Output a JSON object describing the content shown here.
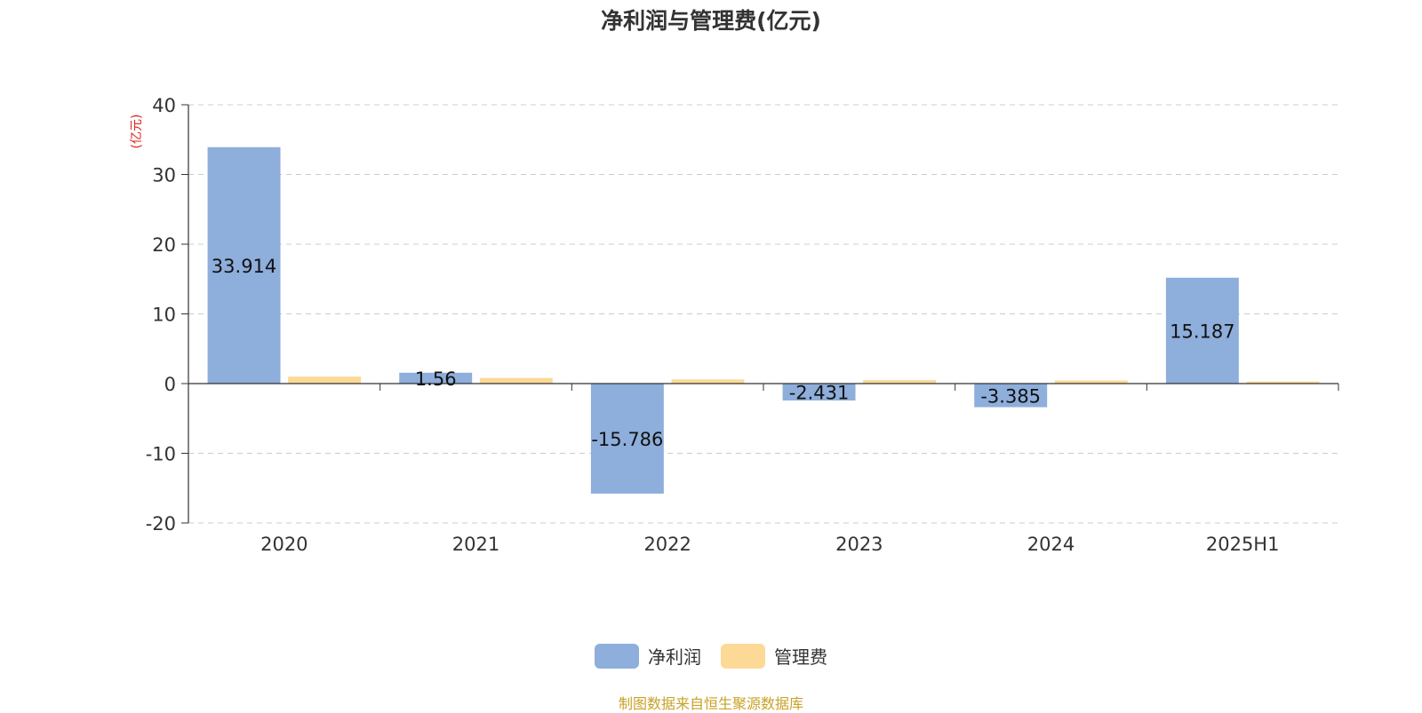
{
  "chart_data": {
    "type": "bar",
    "title": "净利润与管理费(亿元)",
    "ylabel": "(亿元)",
    "xlabel": "",
    "categories": [
      "2020",
      "2021",
      "2022",
      "2023",
      "2024",
      "2025H1"
    ],
    "series": [
      {
        "name": "净利润",
        "color": "#8eaedb",
        "values": [
          33.914,
          1.56,
          -15.786,
          -2.431,
          -3.385,
          15.187
        ],
        "labels": [
          "33.914",
          "1.56",
          "-15.786",
          "-2.431",
          "-3.385",
          "15.187"
        ]
      },
      {
        "name": "管理费",
        "color": "#fcd996",
        "values": [
          1.0,
          0.8,
          0.6,
          0.5,
          0.45,
          0.3
        ]
      }
    ],
    "ylim": [
      -20,
      40
    ],
    "yticks": [
      "-20",
      "-10",
      "0",
      "10",
      "20",
      "30",
      "40"
    ],
    "grid": true,
    "legend": "bottom-center"
  },
  "source_note": "制图数据来自恒生聚源数据库"
}
